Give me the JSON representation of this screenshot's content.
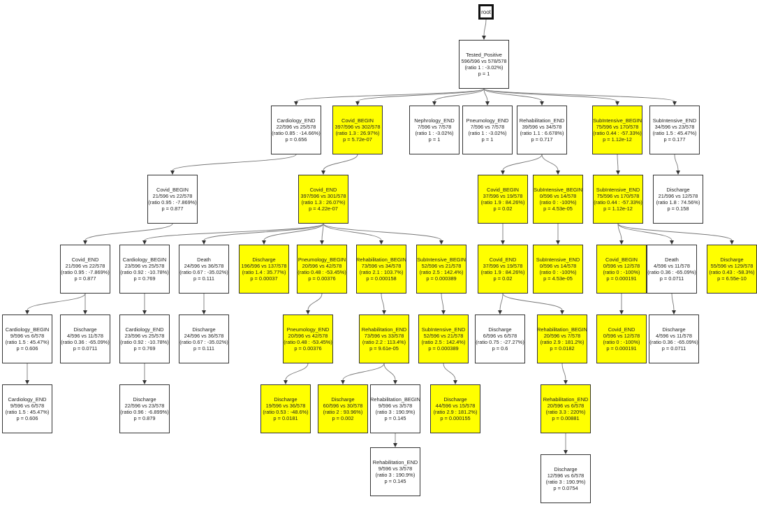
{
  "colors": {
    "highlight": "#ffff00",
    "plain": "#ffffff",
    "border": "#333333",
    "edge": "#777777"
  },
  "nodes": [
    {
      "id": "root",
      "title": "root",
      "lines": [],
      "hl": false
    },
    {
      "id": "n1",
      "title": "Tested_Positive",
      "lines": [
        "596/596 vs 578/578",
        "(ratio 1 : -3.02%)",
        "p = 1"
      ],
      "hl": false
    },
    {
      "id": "n2",
      "title": "Cardiology_END",
      "lines": [
        "22/596 vs 25/578",
        "(ratio 0.85 : -14.66%)",
        "p = 0.656"
      ],
      "hl": false
    },
    {
      "id": "n3",
      "title": "Covid_BEGIN",
      "lines": [
        "397/596 vs 302/578",
        "(ratio 1.3 : 26.97%)",
        "p = 5.72e-07"
      ],
      "hl": true
    },
    {
      "id": "n4",
      "title": "Nephrology_END",
      "lines": [
        "7/596 vs 7/578",
        "(ratio 1 : -3.02%)",
        "p = 1"
      ],
      "hl": false
    },
    {
      "id": "n5",
      "title": "Pneumology_END",
      "lines": [
        "7/596 vs 7/578",
        "(ratio 1 : -3.02%)",
        "p = 1"
      ],
      "hl": false
    },
    {
      "id": "n6",
      "title": "Rehabilitation_END",
      "lines": [
        "39/596 vs 34/578",
        "(ratio 1.1 : 6.678%)",
        "p = 0.717"
      ],
      "hl": false
    },
    {
      "id": "n7",
      "title": "SubIntensive_BEGIN",
      "lines": [
        "75/596 vs 170/578",
        "(ratio 0.44 : -57.33%)",
        "p = 1.12e-12"
      ],
      "hl": true
    },
    {
      "id": "n8",
      "title": "SubIntensive_END",
      "lines": [
        "34/596 vs 23/578",
        "(ratio 1.5 : 45.47%)",
        "p = 0.177"
      ],
      "hl": false
    },
    {
      "id": "n9",
      "title": "Covid_BEGIN",
      "lines": [
        "21/596 vs 22/578",
        "(ratio 0.95 : -7.869%)",
        "p = 0.877"
      ],
      "hl": false
    },
    {
      "id": "n10",
      "title": "Covid_END",
      "lines": [
        "397/596 vs 301/578",
        "(ratio 1.3 : 26.07%)",
        "p = 4.22e-07"
      ],
      "hl": true
    },
    {
      "id": "n11",
      "title": "Covid_BEGIN",
      "lines": [
        "37/596 vs 19/578",
        "(ratio 1.9 : 84.26%)",
        "p = 0.02"
      ],
      "hl": true
    },
    {
      "id": "n12",
      "title": "SubIntensive_BEGIN",
      "lines": [
        "0/596 vs 14/578",
        "(ratio 0 : -100%)",
        "p = 4.53e-05"
      ],
      "hl": true
    },
    {
      "id": "n13",
      "title": "SubIntensive_END",
      "lines": [
        "75/596 vs 170/578",
        "(ratio 0.44 : -57.33%)",
        "p = 1.12e-12"
      ],
      "hl": true
    },
    {
      "id": "n14",
      "title": "Discharge",
      "lines": [
        "21/596 vs 12/578",
        "(ratio 1.8 : 74.56%)",
        "p = 0.158"
      ],
      "hl": false
    },
    {
      "id": "n15",
      "title": "Covid_END",
      "lines": [
        "21/596 vs 22/578",
        "(ratio 0.95 : -7.869%)",
        "p = 0.877"
      ],
      "hl": false
    },
    {
      "id": "n16",
      "title": "Cardiology_BEGIN",
      "lines": [
        "23/596 vs 25/578",
        "(ratio 0.92 : -10.78%)",
        "p = 0.769"
      ],
      "hl": false
    },
    {
      "id": "n17",
      "title": "Death",
      "lines": [
        "24/596 vs 36/578",
        "(ratio 0.67 : -35.02%)",
        "p = 0.111"
      ],
      "hl": false
    },
    {
      "id": "n18",
      "title": "Discharge",
      "lines": [
        "196/596 vs 137/578",
        "(ratio 1.4 : 35.77%)",
        "p = 0.00037"
      ],
      "hl": true
    },
    {
      "id": "n19",
      "title": "Pneumology_BEGIN",
      "lines": [
        "20/596 vs 42/578",
        "(ratio 0.48 : -53.45%)",
        "p = 0.00376"
      ],
      "hl": true
    },
    {
      "id": "n20",
      "title": "Rehabilitation_BEGIN",
      "lines": [
        "73/596 vs 34/578",
        "(ratio 2.1 : 103.7%)",
        "p = 0.000158"
      ],
      "hl": true
    },
    {
      "id": "n21",
      "title": "SubIntensive_BEGIN",
      "lines": [
        "52/596 vs 21/578",
        "(ratio 2.5 : 142.4%)",
        "p = 0.000389"
      ],
      "hl": true
    },
    {
      "id": "n22",
      "title": "Covid_END",
      "lines": [
        "37/596 vs 19/578",
        "(ratio 1.9 : 84.26%)",
        "p = 0.02"
      ],
      "hl": true
    },
    {
      "id": "n23",
      "title": "SubIntensive_END",
      "lines": [
        "0/596 vs 14/578",
        "(ratio 0 : -100%)",
        "p = 4.53e-05"
      ],
      "hl": true
    },
    {
      "id": "n24",
      "title": "Covid_BEGIN",
      "lines": [
        "0/596 vs 12/578",
        "(ratio 0 : -100%)",
        "p = 0.000191"
      ],
      "hl": true
    },
    {
      "id": "n25",
      "title": "Death",
      "lines": [
        "4/596 vs 11/578",
        "(ratio 0.36 : -65.09%)",
        "p = 0.0711"
      ],
      "hl": false
    },
    {
      "id": "n26",
      "title": "Discharge",
      "lines": [
        "55/596 vs 129/578",
        "(ratio 0.43 : -58.3%)",
        "p = 6.55e-10"
      ],
      "hl": true
    },
    {
      "id": "n27",
      "title": "Cardiology_BEGIN",
      "lines": [
        "9/596 vs 6/578",
        "(ratio 1.5 : 45.47%)",
        "p = 0.606"
      ],
      "hl": false
    },
    {
      "id": "n28",
      "title": "Discharge",
      "lines": [
        "4/596 vs 11/578",
        "(ratio 0.36 : -65.09%)",
        "p = 0.0711"
      ],
      "hl": false
    },
    {
      "id": "n29",
      "title": "Cardiology_END",
      "lines": [
        "23/596 vs 25/578",
        "(ratio 0.92 : -10.78%)",
        "p = 0.769"
      ],
      "hl": false
    },
    {
      "id": "n30",
      "title": "Discharge",
      "lines": [
        "24/596 vs 36/578",
        "(ratio 0.67 : -35.02%)",
        "p = 0.111"
      ],
      "hl": false
    },
    {
      "id": "n31",
      "title": "Pneumology_END",
      "lines": [
        "20/596 vs 42/578",
        "(ratio 0.48 : -53.45%)",
        "p = 0.00376"
      ],
      "hl": true
    },
    {
      "id": "n32",
      "title": "Rehabilitation_END",
      "lines": [
        "73/596 vs 33/578",
        "(ratio 2.2 : 113.4%)",
        "p = 9.61e-05"
      ],
      "hl": true
    },
    {
      "id": "n33",
      "title": "SubIntensive_END",
      "lines": [
        "52/596 vs 21/578",
        "(ratio 2.5 : 142.4%)",
        "p = 0.000389"
      ],
      "hl": true
    },
    {
      "id": "n34",
      "title": "Discharge",
      "lines": [
        "6/596 vs 6/578",
        "(ratio 0.75 : -27.27%)",
        "p = 0.6"
      ],
      "hl": false
    },
    {
      "id": "n35",
      "title": "Rehabilitation_BEGIN",
      "lines": [
        "20/596 vs 7/578",
        "(ratio 2.9 : 181.2%)",
        "p = 0.0182"
      ],
      "hl": true
    },
    {
      "id": "n36",
      "title": "Covid_END",
      "lines": [
        "0/596 vs 12/578",
        "(ratio 0 : -100%)",
        "p = 0.000191"
      ],
      "hl": true
    },
    {
      "id": "n37",
      "title": "Discharge",
      "lines": [
        "4/596 vs 11/578",
        "(ratio 0.36 : -65.09%)",
        "p = 0.0711"
      ],
      "hl": false
    },
    {
      "id": "n38",
      "title": "Cardiology_END",
      "lines": [
        "9/596 vs 6/578",
        "(ratio 1.5 : 45.47%)",
        "p = 0.606"
      ],
      "hl": false
    },
    {
      "id": "n39",
      "title": "Discharge",
      "lines": [
        "22/596 vs 23/578",
        "(ratio 0.96 : -6.899%)",
        "p = 0.879"
      ],
      "hl": false
    },
    {
      "id": "n40",
      "title": "Discharge",
      "lines": [
        "19/596 vs 36/578",
        "(ratio 0.53 : -48.6%)",
        "p = 0.0181"
      ],
      "hl": true
    },
    {
      "id": "n41",
      "title": "Discharge",
      "lines": [
        "60/596 vs 30/578",
        "(ratio 2 : 93.96%)",
        "p = 0.002"
      ],
      "hl": true
    },
    {
      "id": "n42",
      "title": "Rehabilitation_BEGIN",
      "lines": [
        "9/596 vs 3/578",
        "(ratio 3 : 190.9%)",
        "p = 0.145"
      ],
      "hl": false
    },
    {
      "id": "n43",
      "title": "Discharge",
      "lines": [
        "44/596 vs 15/578",
        "(ratio 2.9 : 181.2%)",
        "p = 0.000155"
      ],
      "hl": true
    },
    {
      "id": "n44",
      "title": "Rehabilitation_END",
      "lines": [
        "20/596 vs 6/578",
        "(ratio 3.3 : 220%)",
        "p = 0.00881"
      ],
      "hl": true
    },
    {
      "id": "n45",
      "title": "Rehabilitation_END",
      "lines": [
        "9/596 vs 3/578",
        "(ratio 3 : 190.9%)",
        "p = 0.145"
      ],
      "hl": false
    },
    {
      "id": "n46",
      "title": "Discharge",
      "lines": [
        "12/596 vs 6/578",
        "(ratio 3 : 190.9%)",
        "p = 0.0754"
      ],
      "hl": false
    }
  ],
  "edges": [
    [
      "root",
      "n1"
    ],
    [
      "n1",
      "n2"
    ],
    [
      "n1",
      "n3"
    ],
    [
      "n1",
      "n4"
    ],
    [
      "n1",
      "n5"
    ],
    [
      "n1",
      "n6"
    ],
    [
      "n1",
      "n7"
    ],
    [
      "n1",
      "n8"
    ],
    [
      "n2",
      "n9"
    ],
    [
      "n3",
      "n10"
    ],
    [
      "n6",
      "n11"
    ],
    [
      "n6",
      "n12"
    ],
    [
      "n7",
      "n13"
    ],
    [
      "n8",
      "n14"
    ],
    [
      "n9",
      "n15"
    ],
    [
      "n10",
      "n16"
    ],
    [
      "n10",
      "n17"
    ],
    [
      "n10",
      "n18"
    ],
    [
      "n10",
      "n19"
    ],
    [
      "n10",
      "n20"
    ],
    [
      "n10",
      "n21"
    ],
    [
      "n11",
      "n22"
    ],
    [
      "n12",
      "n23"
    ],
    [
      "n13",
      "n24"
    ],
    [
      "n13",
      "n25"
    ],
    [
      "n13",
      "n26"
    ],
    [
      "n15",
      "n27"
    ],
    [
      "n15",
      "n28"
    ],
    [
      "n16",
      "n29"
    ],
    [
      "n17",
      "n30"
    ],
    [
      "n19",
      "n31"
    ],
    [
      "n20",
      "n32"
    ],
    [
      "n21",
      "n33"
    ],
    [
      "n22",
      "n34"
    ],
    [
      "n22",
      "n35"
    ],
    [
      "n24",
      "n36"
    ],
    [
      "n25",
      "n37"
    ],
    [
      "n27",
      "n38"
    ],
    [
      "n29",
      "n39"
    ],
    [
      "n31",
      "n40"
    ],
    [
      "n32",
      "n41"
    ],
    [
      "n32",
      "n42"
    ],
    [
      "n33",
      "n43"
    ],
    [
      "n35",
      "n44"
    ],
    [
      "n42",
      "n45"
    ],
    [
      "n44",
      "n46"
    ]
  ]
}
